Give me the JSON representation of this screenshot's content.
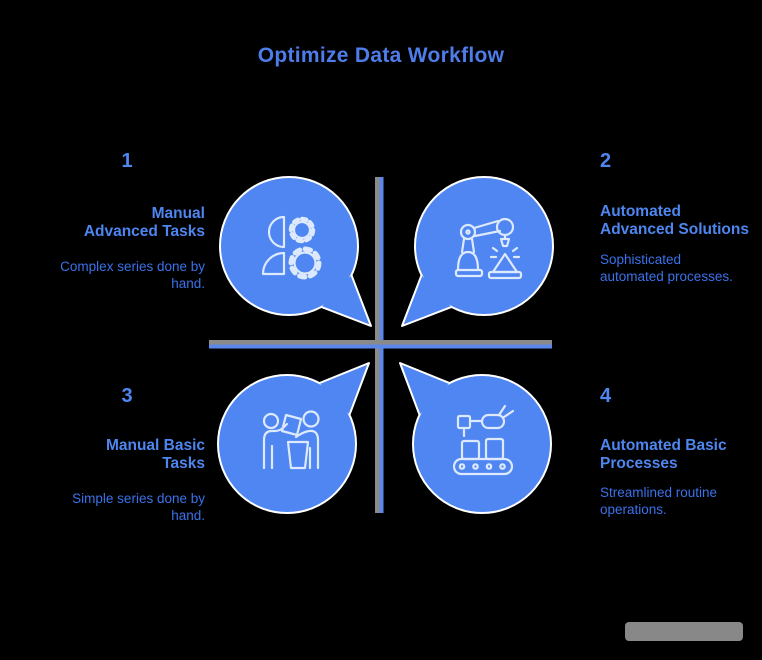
{
  "title": "Optimize Data Workflow",
  "quadrants": [
    {
      "number": "1",
      "heading": "Manual\nAdvanced Tasks",
      "description": "Complex series done by\nhand.",
      "icon": "person-with-gears"
    },
    {
      "number": "2",
      "heading": "Automated\nAdvanced Solutions",
      "description": "Sophisticated\nautomated processes.",
      "icon": "robotic-arm"
    },
    {
      "number": "3",
      "heading": "Manual Basic\nTasks",
      "description": "Simple series done by\nhand.",
      "icon": "people-exchanging-document"
    },
    {
      "number": "4",
      "heading": "Automated Basic\nProcesses",
      "description": "Streamlined routine\noperations.",
      "icon": "conveyor-belt-robot"
    }
  ],
  "colors": {
    "bg": "#000000",
    "title_color": "#4e7de9",
    "number_color": "#4e86f0",
    "heading_color": "#4e86f0",
    "description_color": "#3a72ea",
    "bubble_fill": "#4f86f2",
    "bubble_stroke": "#ffffff",
    "icon_stroke": "#dde9fc",
    "divider_blue": "#5b87e8",
    "divider_gray": "#8a8a8a",
    "watermark_color": "#8f8f8f"
  }
}
